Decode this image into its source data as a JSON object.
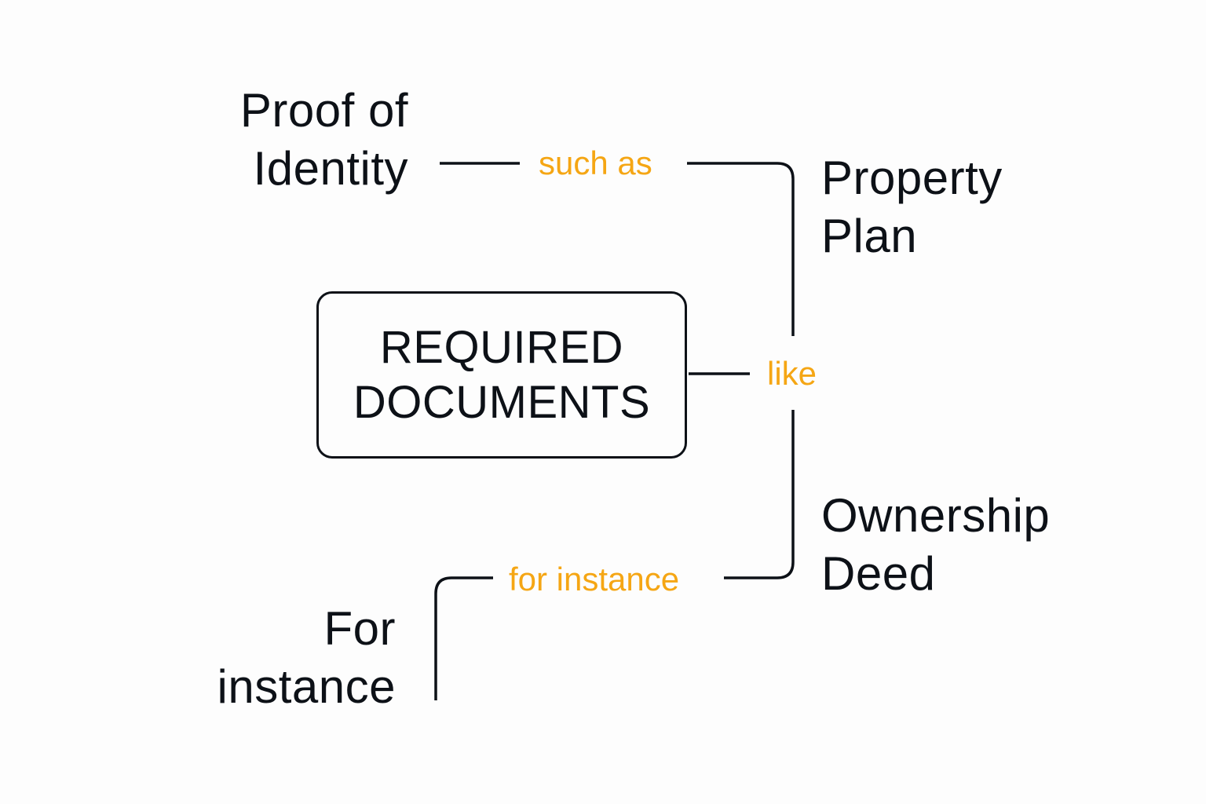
{
  "diagram": {
    "center": {
      "line1": "REQUIRED",
      "line2": "DOCUMENTS"
    },
    "nodes": {
      "proof_of_identity": {
        "line1": "Proof of",
        "line2": "Identity"
      },
      "property_plan": {
        "line1": "Property",
        "line2": "Plan"
      },
      "ownership_deed": {
        "line1": "Ownership",
        "line2": "Deed"
      },
      "for_instance": {
        "line1": "For",
        "line2": "instance"
      }
    },
    "connectors": {
      "such_as": "such as",
      "like": "like",
      "for_instance": "for instance"
    },
    "colors": {
      "text": "#0d1117",
      "connector_label": "#f5a614",
      "background": "#fdfdfd"
    }
  }
}
